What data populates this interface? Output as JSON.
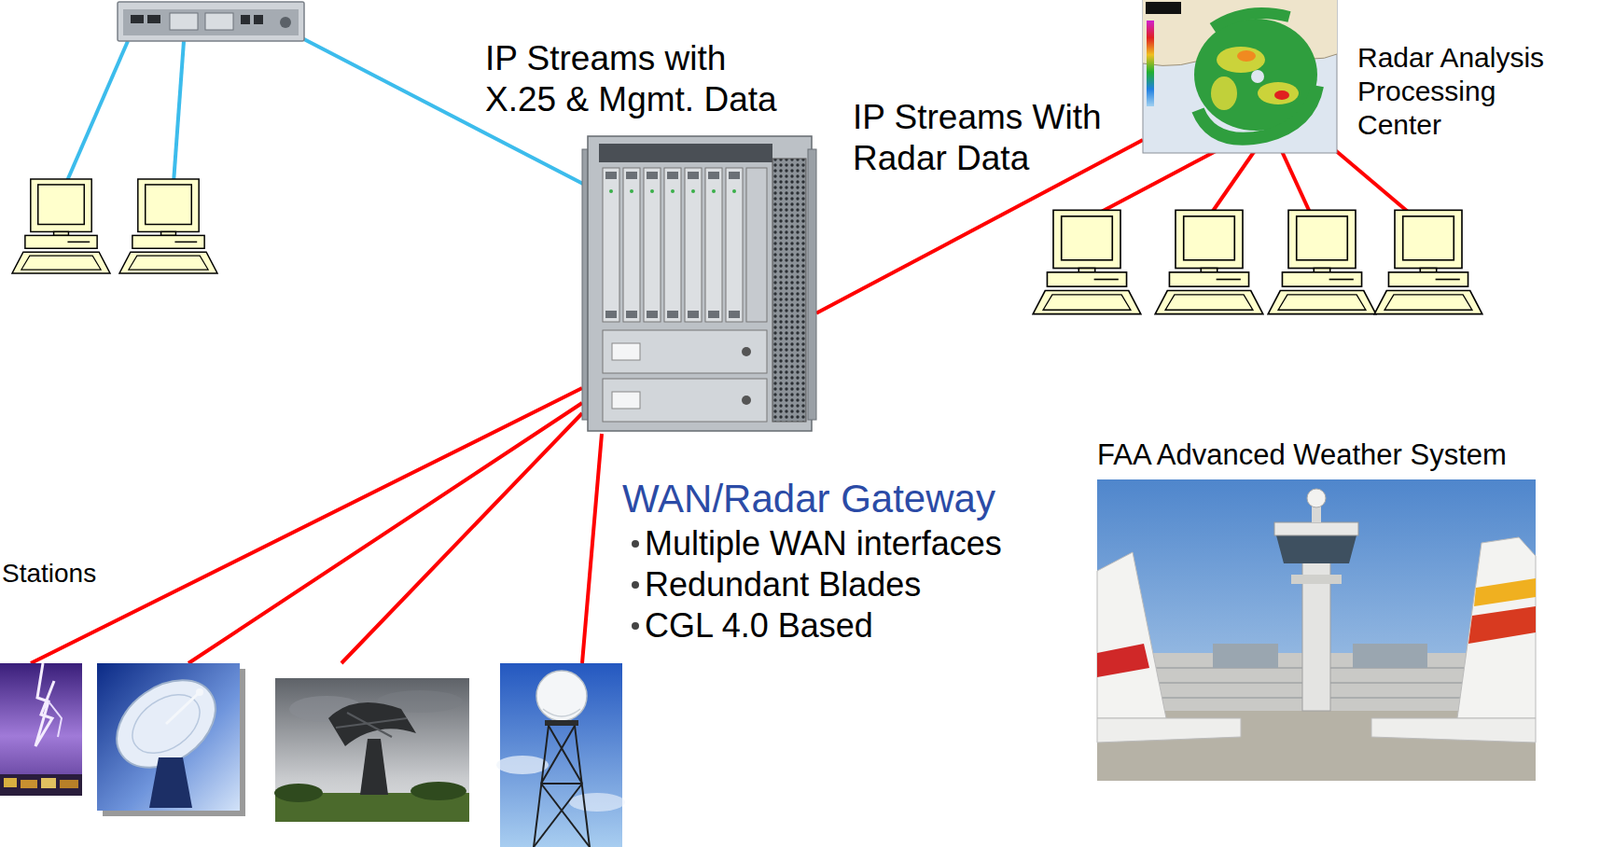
{
  "diagram": {
    "nodes": [
      {
        "text": [
          "Radar Analysis Processing Center"
        ]
      },
      {
        "text": [
          "WAN/Radar Gateway",
          "Multiple WAN interfaces",
          "Redundant Blades",
          "CGL 4.0 Based"
        ]
      },
      {
        "text": [
          "FAA Advanced Weather System"
        ]
      },
      {
        "text": [
          "Stations"
        ]
      }
    ],
    "edges": [
      {
        "from": 1,
        "to": 0,
        "arrow": "none",
        "label": "IP Streams With Radar Data"
      },
      {
        "from": 1,
        "to": 3,
        "arrow": "none"
      }
    ],
    "labels": [
      "IP Streams with X.25 & Mgmt. Data"
    ]
  }
}
